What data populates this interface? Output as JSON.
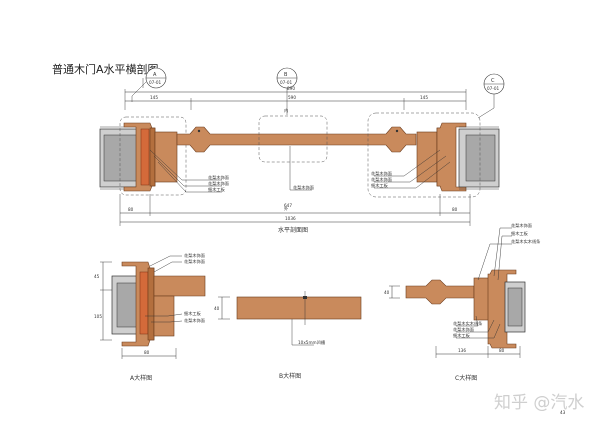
{
  "drawing": {
    "title": "普通木门A水平横剖图",
    "plan_caption": "水平剖面图",
    "callouts": [
      {
        "letter": "A",
        "ref": "07-01"
      },
      {
        "letter": "B",
        "ref": "07-01"
      },
      {
        "letter": "C",
        "ref": "07-01"
      }
    ],
    "plan_dims": {
      "left_seg": "145",
      "total_top": "890",
      "middle": "590",
      "right_seg": "145",
      "wall_left": "80",
      "wall_right": "80",
      "clear": "647",
      "overall": "1036"
    },
    "plan_labels": {
      "inner_mark": "内",
      "outer_mark": "外",
      "left_notes": [
        "花梨木饰面",
        "花梨木饰面",
        "细木工板"
      ],
      "center_note": "花梨木饰面",
      "right_notes": [
        "花梨木饰面",
        "花梨木饰面",
        "细木工板"
      ]
    },
    "detail_a": {
      "caption": "A大样图",
      "notes_top": [
        "花梨木饰面",
        "花梨木饰面"
      ],
      "notes_bottom": [
        "细木工板",
        "花梨木饰面"
      ],
      "dim_side_top": "45",
      "dim_side_mid": "105",
      "dim_bottom": "80"
    },
    "detail_b": {
      "caption": "B大样图",
      "dim_thk": "40",
      "note": "10x5mm凹槽"
    },
    "detail_c": {
      "caption": "C大样图",
      "notes_top": [
        "花梨木饰面",
        "细木工板",
        "花梨木实木线条"
      ],
      "notes_bottom": [
        "花梨木实木线条",
        "花梨木饰面",
        "细木工板"
      ],
      "dim_side": "40",
      "dim_bottom_left": "136",
      "dim_bottom_right": "80"
    },
    "page_number": "43",
    "watermark": "知乎 @汽水"
  }
}
